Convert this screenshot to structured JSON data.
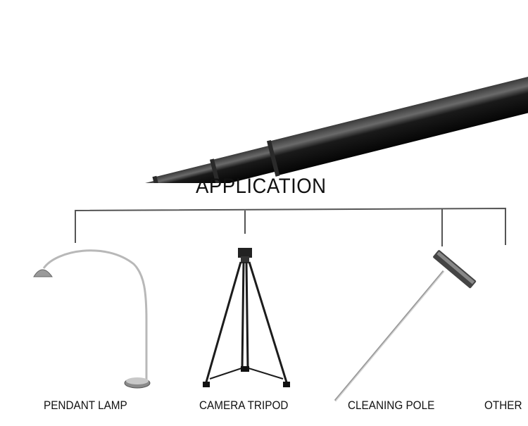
{
  "heading": "APPLICATION",
  "applications": [
    {
      "label": "PENDANT LAMP"
    },
    {
      "label": "CAMERA TRIPOD"
    },
    {
      "label": "CLEANING POLE"
    },
    {
      "label": "OTHER"
    }
  ],
  "colors": {
    "pole": "#0d0d0d",
    "pole_highlight": "#6a6a6a",
    "bracket": "#555555",
    "metal": "#b8b8b8",
    "text": "#111111"
  }
}
